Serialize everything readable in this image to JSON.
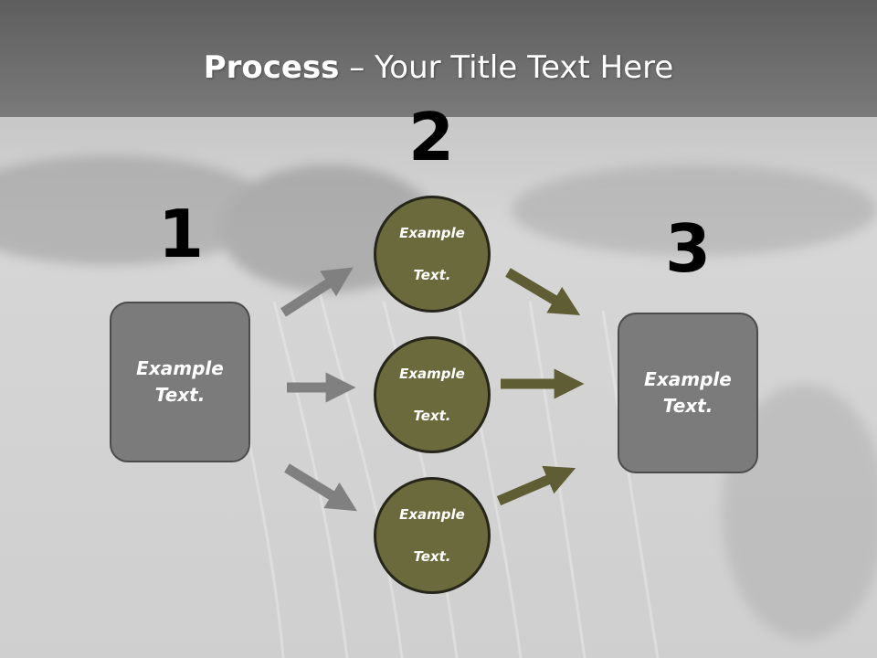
{
  "title": {
    "bold": "Process",
    "rest": " – Your Title Text Here"
  },
  "steps": {
    "one": "1",
    "two": "2",
    "three": "3"
  },
  "left_box": {
    "line1": "Example",
    "line2": "Text."
  },
  "right_box": {
    "line1": "Example",
    "line2": "Text."
  },
  "circles": [
    {
      "line1": "Example",
      "line2": "Text."
    },
    {
      "line1": "Example",
      "line2": "Text."
    },
    {
      "line1": "Example",
      "line2": "Text."
    }
  ],
  "colors": {
    "circle_fill": "#6b6a3c",
    "box_fill": "#7b7b7b",
    "gray_arrow": "#808080",
    "olive_arrow": "#5e5d33"
  }
}
